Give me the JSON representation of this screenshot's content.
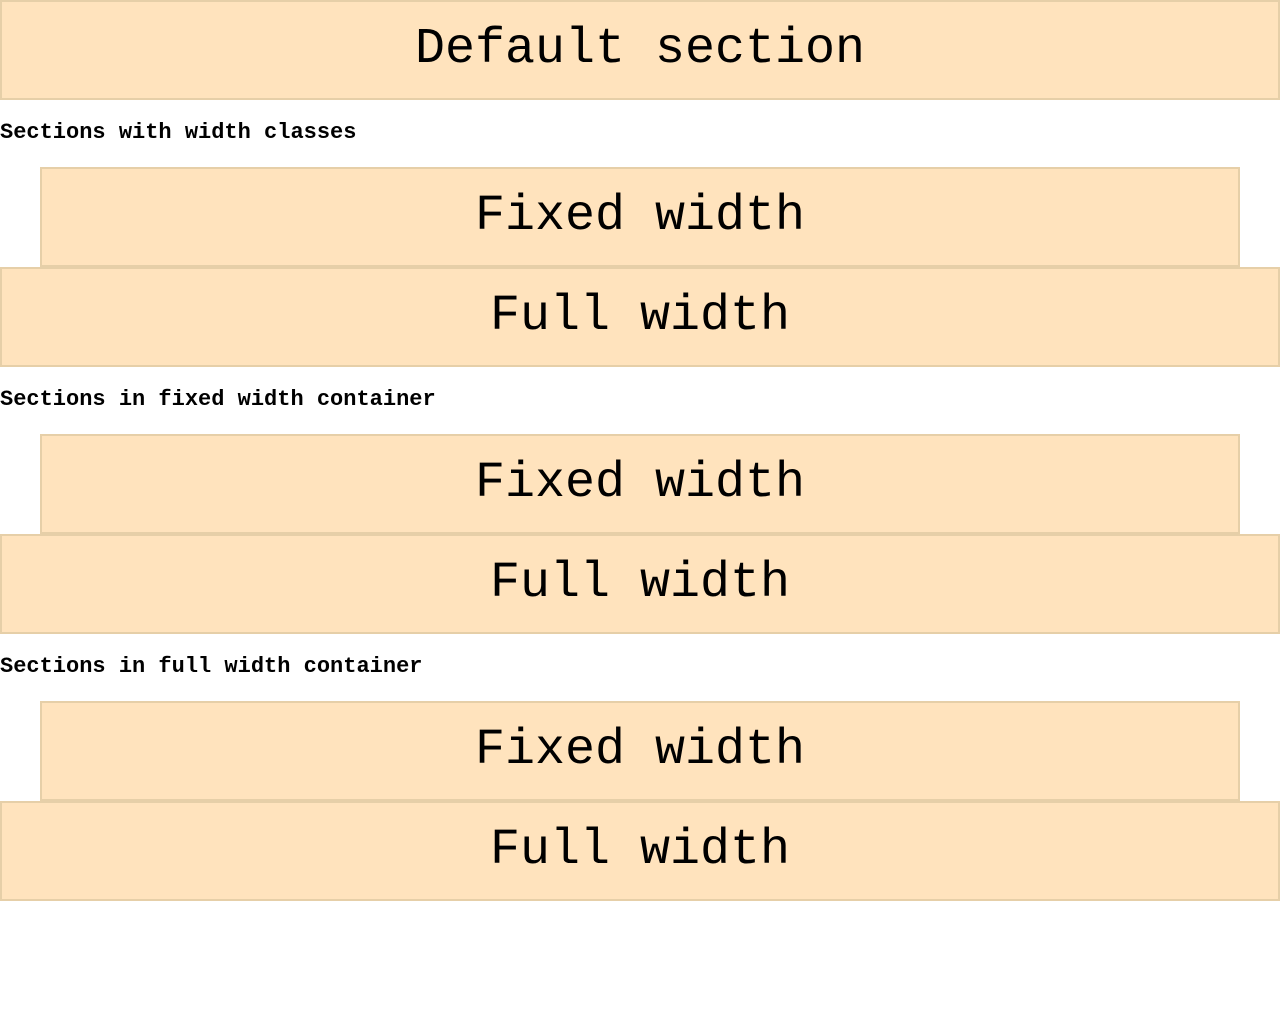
{
  "default_section": {
    "label": "Default section"
  },
  "groups": [
    {
      "heading": "Sections with width classes",
      "fixed_label": "Fixed width",
      "full_label": "Full width"
    },
    {
      "heading": "Sections in fixed width container",
      "fixed_label": "Fixed width",
      "full_label": "Full width"
    },
    {
      "heading": "Sections in full width container",
      "fixed_label": "Fixed width",
      "full_label": "Full width"
    }
  ],
  "colors": {
    "section_background": "#ffe3bd",
    "section_border": "#e6cfa8",
    "text": "#000000",
    "page_background": "#ffffff"
  }
}
